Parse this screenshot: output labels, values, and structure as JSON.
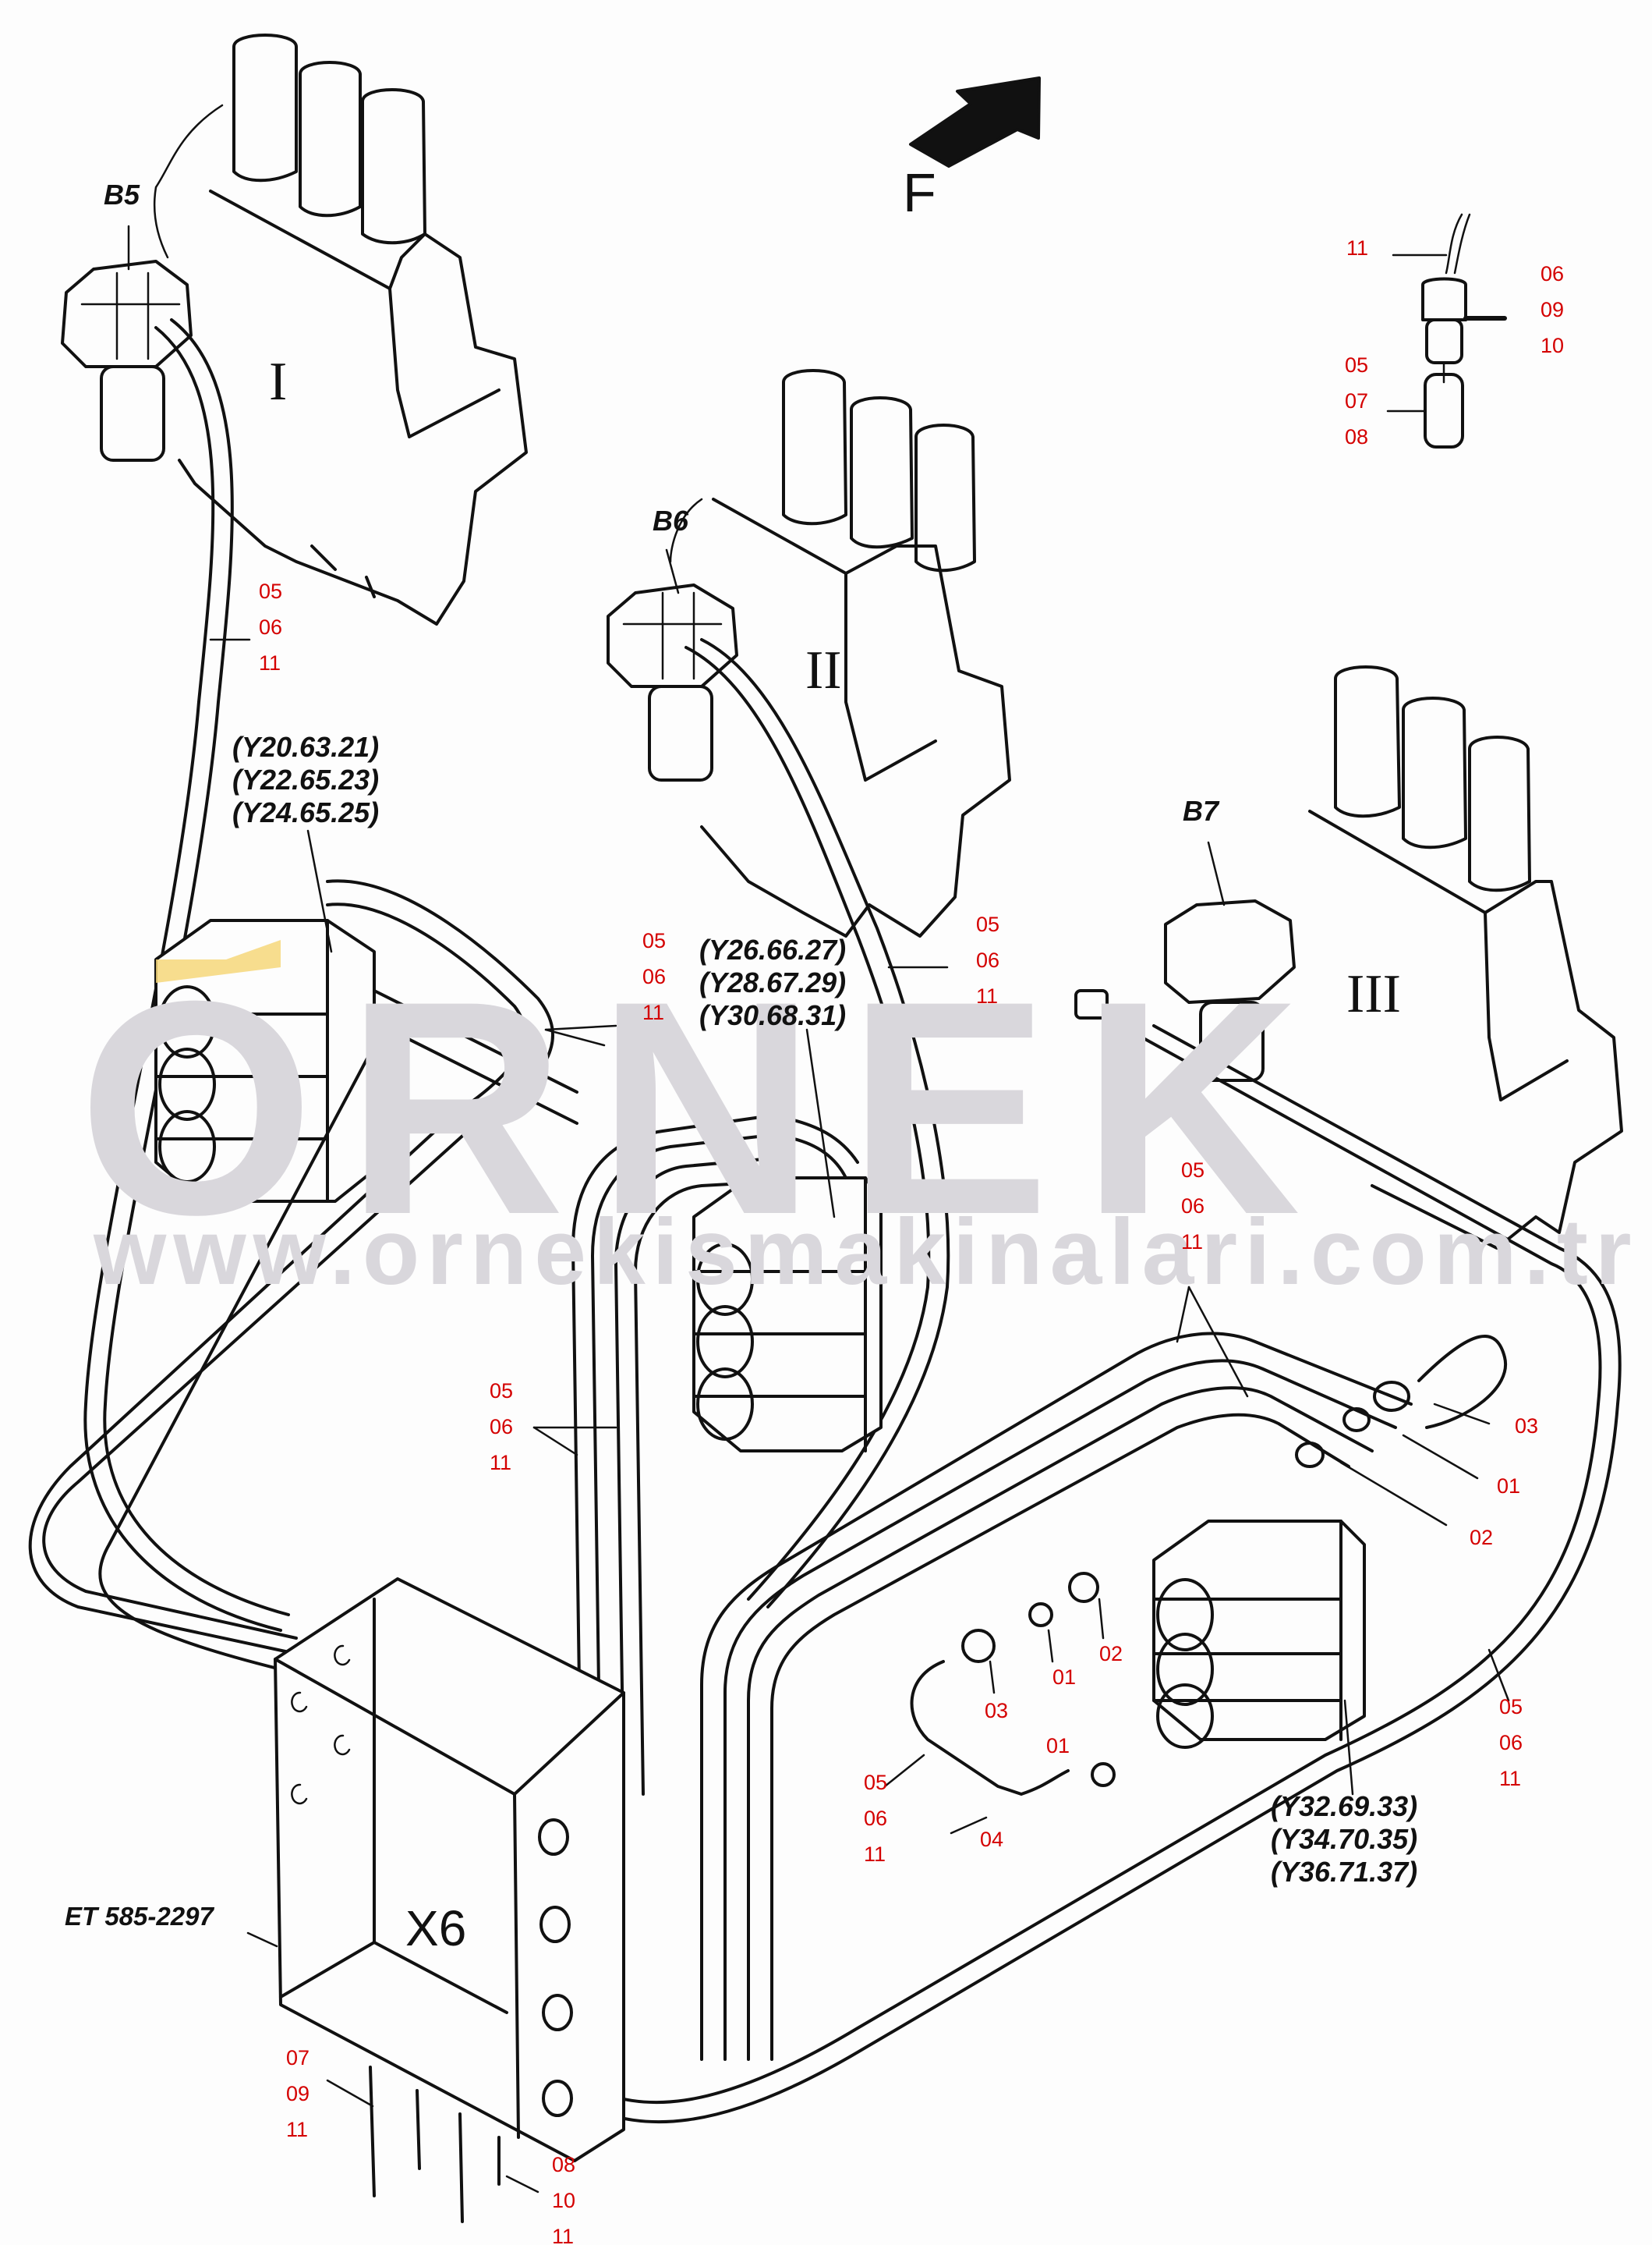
{
  "diagram": {
    "title": "Hydraulic control valves electrical harness",
    "direction_arrow_label": "F",
    "junction_box": {
      "label": "X6",
      "part_number": "ET 585-2297"
    },
    "watermark": {
      "logo": "ORNEK",
      "url": "www.ornekismakinalari.com.tr"
    },
    "valve_blocks": [
      {
        "roman": "I",
        "sensor": "B5"
      },
      {
        "roman": "II",
        "sensor": "B6"
      },
      {
        "roman": "III",
        "sensor": "B7"
      }
    ],
    "solenoid_groups": [
      {
        "id": "group-1",
        "refs": [
          "(Y20.63.21)",
          "(Y22.65.23)",
          "(Y24.65.25)"
        ]
      },
      {
        "id": "group-2",
        "refs": [
          "(Y26.66.27)",
          "(Y28.67.29)",
          "(Y30.68.31)"
        ]
      },
      {
        "id": "group-3",
        "refs": [
          "(Y32.69.33)",
          "(Y34.70.35)",
          "(Y36.71.37)"
        ]
      }
    ],
    "callouts": {
      "detail_top": [
        "11"
      ],
      "detail_right": [
        "06",
        "09",
        "10"
      ],
      "detail_left": [
        "05",
        "07",
        "08"
      ],
      "b5_cable": [
        "05",
        "06",
        "11"
      ],
      "group1_pipes": [
        "05",
        "06",
        "11"
      ],
      "b6_cable": [
        "05",
        "06",
        "11"
      ],
      "b7_cable": [
        "05",
        "06",
        "11"
      ],
      "center_pipes": [
        "05",
        "06",
        "11"
      ],
      "right_fitting_03": "03",
      "right_fitting_01": "01",
      "right_fitting_02": "02",
      "mid_fitting_02": "02",
      "mid_fitting_01": "01",
      "mid_fitting_03": "03",
      "mid_fitting_01b": "01",
      "elbow_04": "04",
      "elbow_hose": [
        "05",
        "06",
        "11"
      ],
      "outer_loop": [
        "05",
        "06",
        "11"
      ],
      "box_bottom_left": [
        "07",
        "09",
        "11"
      ],
      "box_bottom_right": [
        "08",
        "10",
        "11"
      ]
    }
  }
}
